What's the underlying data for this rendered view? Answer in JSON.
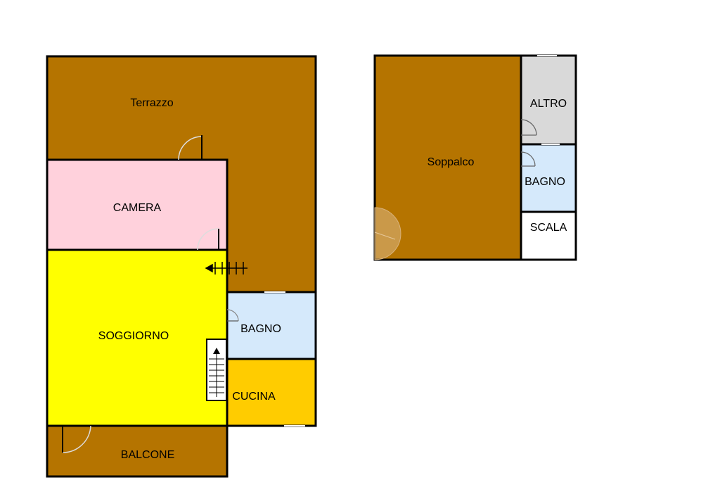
{
  "colors": {
    "terrace": "#b57400",
    "camera": "#ffd1dc",
    "soggiorno": "#ffff00",
    "bagno": "#d5e9fb",
    "cucina": "#ffcc00",
    "altro": "#d9d9d9",
    "scala": "#ffffff",
    "wall": "#000000"
  },
  "rooms": {
    "terrazzo": "Terrazzo",
    "camera": "CAMERA",
    "soggiorno": "SOGGIORNO",
    "bagno": "BAGNO",
    "cucina": "CUCINA",
    "balcone": "BALCONE",
    "soppalco": "Soppalco",
    "altro": "ALTRO",
    "bagno_upper": "BAGNO",
    "scala": "SCALA"
  }
}
